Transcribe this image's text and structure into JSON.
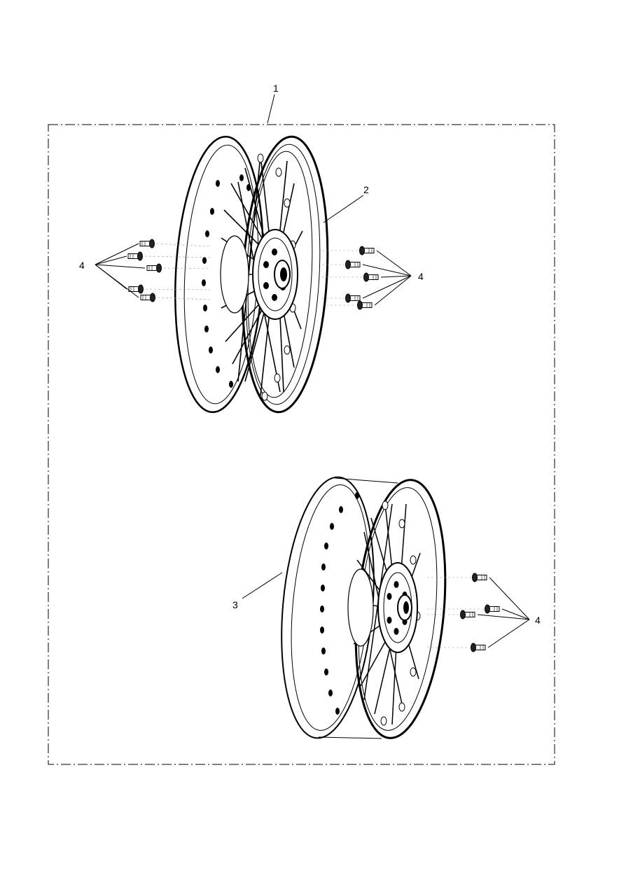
{
  "diagram": {
    "callouts": {
      "kit": "1",
      "front_wheel": "2",
      "rear_wheel": "3",
      "bolts_front_left": "4",
      "bolts_front_right": "4",
      "bolts_rear": "4"
    },
    "colors": {
      "line": "#000000",
      "background": "#ffffff"
    }
  }
}
